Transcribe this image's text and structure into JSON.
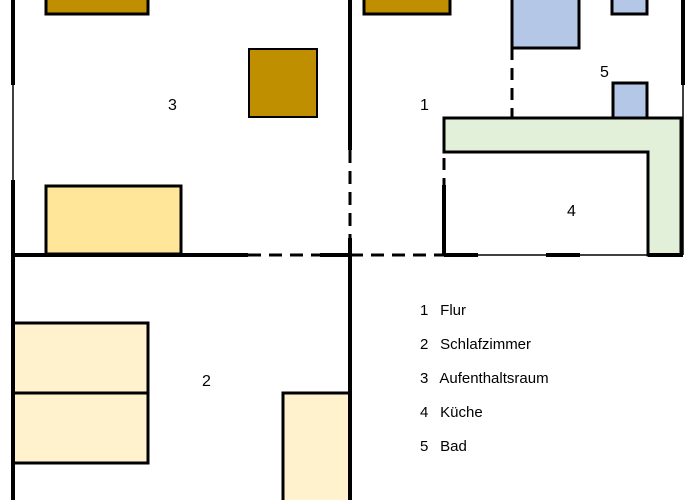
{
  "rooms": [
    {
      "number": "1",
      "name": "Flur"
    },
    {
      "number": "2",
      "name": "Schlafzimmer"
    },
    {
      "number": "3",
      "name": "Aufenthaltsraum"
    },
    {
      "number": "4",
      "name": "Küche"
    },
    {
      "number": "5",
      "name": "Bad"
    }
  ],
  "colors": {
    "walls": "#000000",
    "furniture_dark": "#bf8f00",
    "furniture_light": "#ffe699",
    "furniture_pale": "#fff2cc",
    "bathroom_fixtures": "#b4c7e7",
    "kitchen_counter": "#e2efd9"
  }
}
